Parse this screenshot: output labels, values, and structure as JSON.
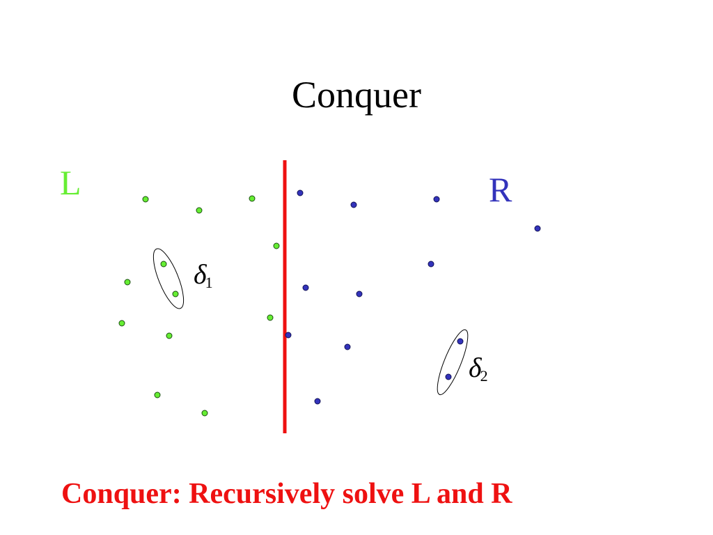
{
  "title": "Conquer",
  "left_set": {
    "label": "L",
    "color": "#66ee33"
  },
  "right_set": {
    "label": "R",
    "color": "#3333bb"
  },
  "divider": {
    "color": "#ee1111"
  },
  "deltas": [
    {
      "symbol": "δ",
      "subscript": "1"
    },
    {
      "symbol": "δ",
      "subscript": "2"
    }
  ],
  "caption": {
    "text": "Conquer: Recursively solve L and R",
    "color": "#ee1111"
  }
}
